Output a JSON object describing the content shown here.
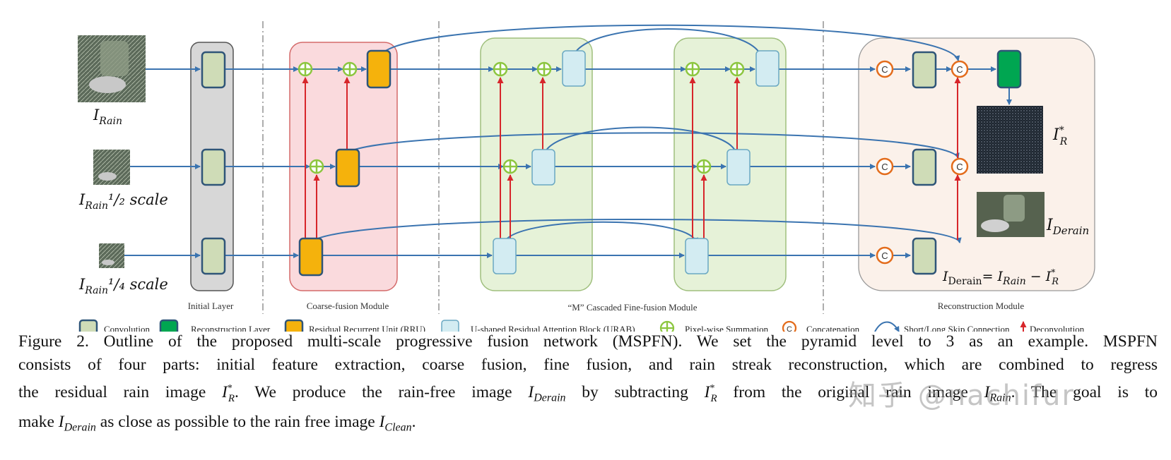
{
  "inputs": [
    {
      "label_main": "I",
      "label_sub": "Rain",
      "label_suffix": ""
    },
    {
      "label_main": "I",
      "label_sub": "Rain",
      "label_suffix": "¹/₂ scale"
    },
    {
      "label_main": "I",
      "label_sub": "Rain",
      "label_suffix": "¹/₄ scale"
    }
  ],
  "modules": {
    "initial": "Initial Layer",
    "coarse": "Coarse-fusion Module",
    "fine": "“M” Cascaded Fine-fusion Module",
    "recon": "Reconstruction Module"
  },
  "concat_symbol": "C",
  "outputs": {
    "residual_main": "I",
    "residual_sup": "*",
    "residual_sub": "R",
    "derain_main": "I",
    "derain_sub": "Derain",
    "equation_lhs_main": "I",
    "equation_lhs_sub": "Derain",
    "equation_rhs": "= ",
    "equation_rain_main": "I",
    "equation_rain_sub": "Rain",
    "equation_minus": " − ",
    "equation_res_main": "I",
    "equation_res_sup": "*",
    "equation_res_sub": "R"
  },
  "legend": {
    "convolution": "Convolution",
    "reconstruction_layer": "Reconstruction Layer",
    "rru": "Residual Recurrent Unit (RRU)",
    "urab": "U-shaped  Residual Attention Block (URAB)",
    "summation": "Pixel-wise Summation",
    "concatenation": "Concatenation",
    "skip": "Short/Long Skip Connection",
    "deconv": "Deconvolution"
  },
  "colors": {
    "conv": "#cfdcb7",
    "conv_border": "#2f5578",
    "recon_layer": "#00a651",
    "rru": "#f5b20c",
    "urab": "#d3ecf2",
    "sum": "#8cc63f",
    "concat": "#e36c1c",
    "arrow_blue": "#3b74b0",
    "arrow_red": "#d7262b",
    "initial_bg": "#d7d7d7",
    "coarse_bg": "#fadadd",
    "fine_bg": "#e6f2d8",
    "recon_bg": "#fbf1ea"
  },
  "caption": {
    "line1": "Figure 2. Outline of the proposed multi-scale progressive fusion network (MSPFN). We set the pyramid level to 3 as an example. MSPFN",
    "line2": "consists of four parts: initial feature extraction, coarse fusion, fine fusion, and rain streak reconstruction, which are combined to regress",
    "line3_a": "the residual rain image ",
    "line3_b": ". We produce the rain-free image ",
    "line3_c": " by subtracting ",
    "line3_d": " from the original rain image ",
    "line3_e": ". The goal is to",
    "line4_a": "make ",
    "line4_b": " as close as possible to the rain free image ",
    "line4_c": ".",
    "m_residual": "I",
    "m_residual_sup": "*",
    "m_residual_sub": "R",
    "m_derain": "I",
    "m_derain_sub": "Derain",
    "m_rain": "I",
    "m_rain_sub": "Rain",
    "m_clean": "I",
    "m_clean_sub": "Clean"
  },
  "watermark": "知乎 @nachifur"
}
